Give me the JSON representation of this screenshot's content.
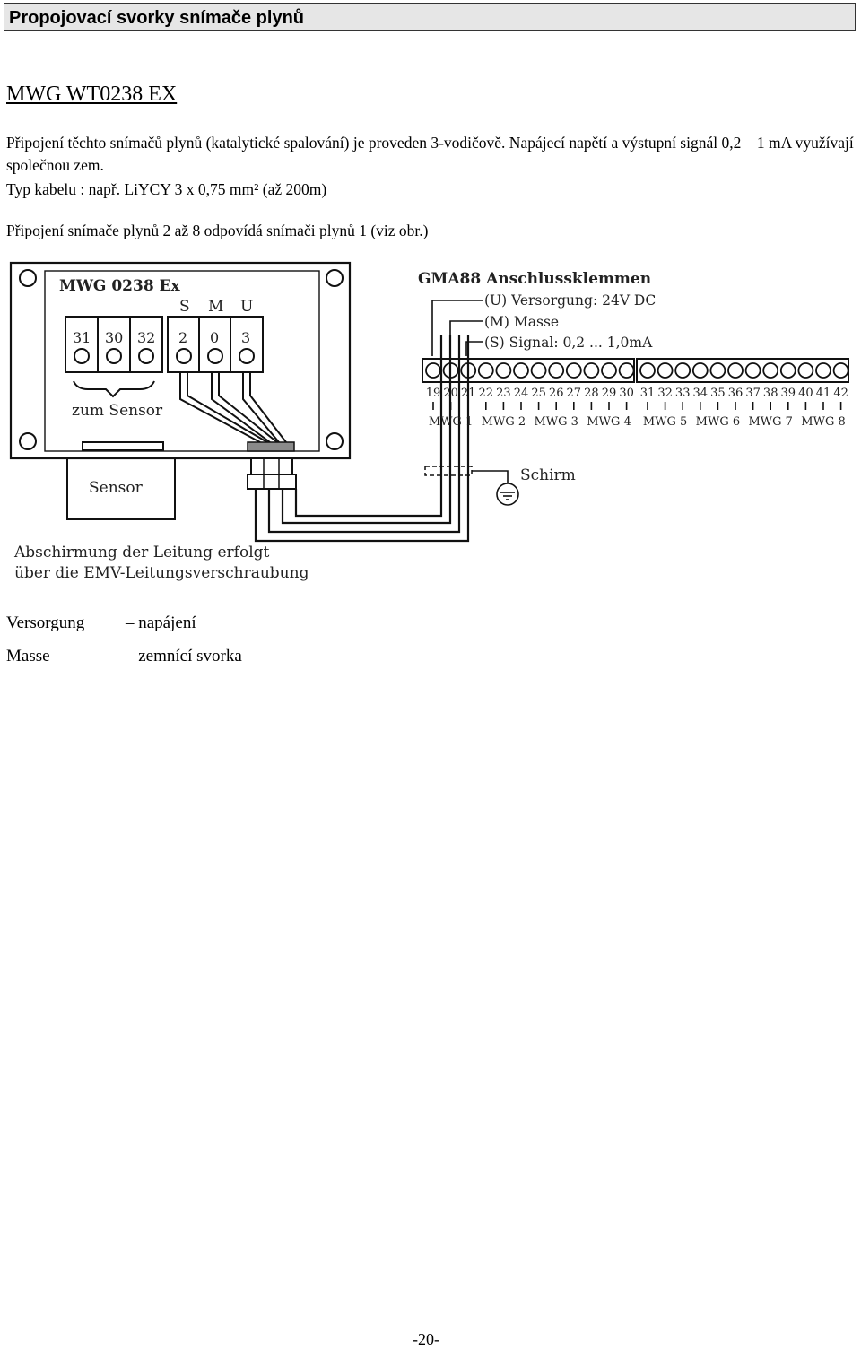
{
  "header": {
    "title": "Propojovací svorky snímače plynů"
  },
  "model_title": "MWG WT0238 EX",
  "paragraphs": {
    "p1": "Připojení těchto snímačů plynů (katalytické spalování) je proveden 3-vodičově. Napájecí napětí a výstupní signál 0,2 – 1 mA využívají společnou zem.",
    "p2": "Typ kabelu : např. LiYCY 3 x 0,75 mm² (až 200m)",
    "p3": "Připojení snímače plynů 2 až 8 odpovídá snímači plynů 1 (viz obr.)"
  },
  "diagram": {
    "box_title": "MWG 0238 Ex",
    "smu_labels": [
      "S",
      "M",
      "U"
    ],
    "left_terminals": [
      "31",
      "30",
      "32"
    ],
    "right_terminals": [
      "2",
      "0",
      "3"
    ],
    "zum_sensor": "zum Sensor",
    "sensor": "Sensor",
    "gma_title": "GMA88 Anschlussklemmen",
    "gma_lines": [
      "(U) Versorgung: 24V DC",
      "(M) Masse",
      "(S)  Signal: 0,2 ... 1,0mA"
    ],
    "terminal_numbers": [
      "19",
      "20",
      "21",
      "22",
      "23",
      "24",
      "25",
      "26",
      "27",
      "28",
      "29",
      "30",
      "31",
      "32",
      "33",
      "34",
      "35",
      "36",
      "37",
      "38",
      "39",
      "40",
      "41",
      "42"
    ],
    "mwg_labels": [
      "MWG 1",
      "MWG 2",
      "MWG 3",
      "MWG 4",
      "MWG 5",
      "MWG 6",
      "MWG 7",
      "MWG 8"
    ],
    "schirm": "Schirm",
    "abschirmung_1": "Abschirmung der Leitung erfolgt",
    "abschirmung_2": "über die EMV-Leitungsverschraubung"
  },
  "legend": [
    {
      "term": "Versorgung",
      "desc": "– napájení"
    },
    {
      "term": "Masse",
      "desc": "– zemnící svorka"
    }
  ],
  "page_number": "-20-"
}
